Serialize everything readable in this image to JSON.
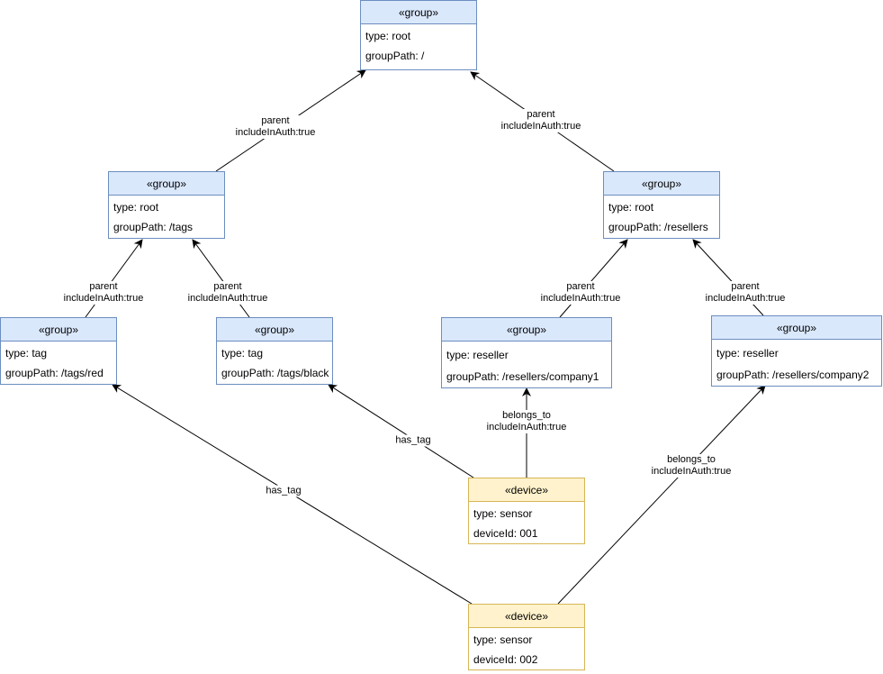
{
  "nodes": {
    "root": {
      "stereotype": "«group»",
      "attr1": "type: root",
      "attr2": "groupPath: /"
    },
    "tags": {
      "stereotype": "«group»",
      "attr1": "type: root",
      "attr2": "groupPath: /tags"
    },
    "resellers": {
      "stereotype": "«group»",
      "attr1": "type: root",
      "attr2": "groupPath: /resellers"
    },
    "red": {
      "stereotype": "«group»",
      "attr1": "type: tag",
      "attr2": "groupPath: /tags/red"
    },
    "black": {
      "stereotype": "«group»",
      "attr1": "type: tag",
      "attr2": "groupPath: /tags/black"
    },
    "company1": {
      "stereotype": "«group»",
      "attr1": "type: reseller",
      "attr2": "groupPath: /resellers/company1"
    },
    "company2": {
      "stereotype": "«group»",
      "attr1": "type: reseller",
      "attr2": "groupPath: /resellers/company2"
    },
    "device1": {
      "stereotype": "«device»",
      "attr1": "type: sensor",
      "attr2": "deviceId: 001"
    },
    "device2": {
      "stereotype": "«device»",
      "attr1": "type: sensor",
      "attr2": "deviceId: 002"
    }
  },
  "edges": {
    "tags_root": {
      "line1": "parent",
      "line2": "includeInAuth:true"
    },
    "resellers_root": {
      "line1": "parent",
      "line2": "includeInAuth:true"
    },
    "red_tags": {
      "line1": "parent",
      "line2": "includeInAuth:true"
    },
    "black_tags": {
      "line1": "parent",
      "line2": "includeInAuth:true"
    },
    "company1_resellers": {
      "line1": "parent",
      "line2": "includeInAuth:true"
    },
    "company2_resellers": {
      "line1": "parent",
      "line2": "includeInAuth:true"
    },
    "device1_black": {
      "line1": "has_tag"
    },
    "device1_company1": {
      "line1": "belongs_to",
      "line2": "includeInAuth:true"
    },
    "device2_red": {
      "line1": "has_tag"
    },
    "device2_company2": {
      "line1": "belongs_to",
      "line2": "includeInAuth:true"
    }
  },
  "colors": {
    "group_fill": "#dae8fc",
    "group_stroke": "#6c8ebf",
    "device_fill": "#fff2cc",
    "device_stroke": "#d6b656",
    "edge": "#000000"
  }
}
